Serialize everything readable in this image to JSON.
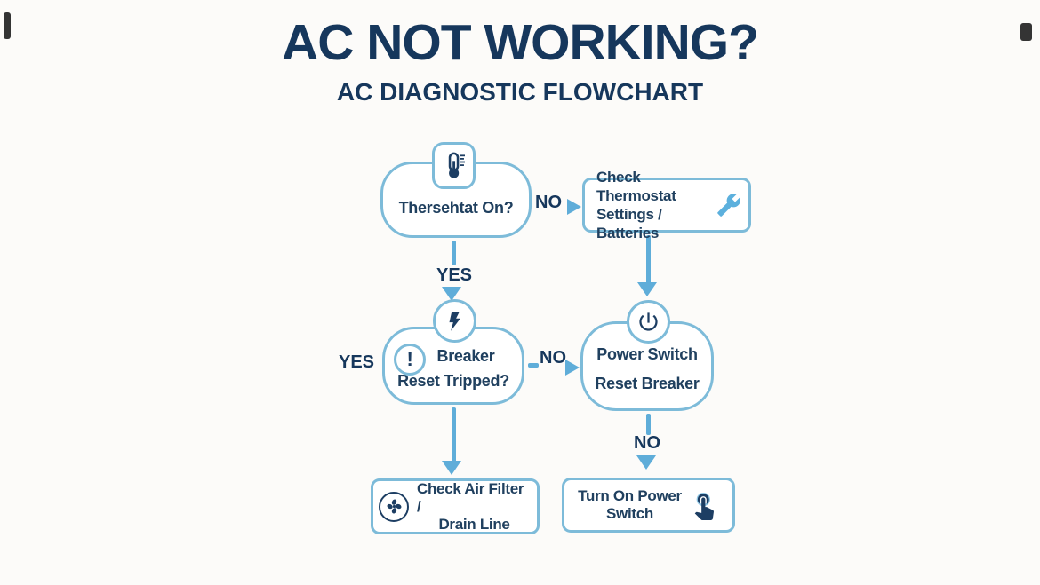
{
  "header": {
    "title": "AC NOT WORKING?",
    "subtitle": "AC DIAGNOSTIC FLOWCHART"
  },
  "colors": {
    "navy": "#16375c",
    "text_navy": "#20405f",
    "border_blue": "#7dbbd9",
    "arrow_blue": "#5fadd9",
    "icon_navy": "#1d3e63",
    "wrench_blue": "#5cb0dd",
    "bg": "#fcfbf9"
  },
  "nodes": {
    "thermostat_on": {
      "label": "Thersehtat On?",
      "icon": "thermometer-icon"
    },
    "check_thermostat": {
      "line1": "Check Thermostat",
      "line2": "Settings / Batteries",
      "icon": "wrench-icon"
    },
    "breaker_reset": {
      "badge_text": "!",
      "line1": "Breaker",
      "line2": "Reset Tripped?",
      "icon": "lightning-icon",
      "badge_icon": "exclamation-icon"
    },
    "power_switch_reset": {
      "line1": "Power Switch",
      "line2": "Reset Breaker",
      "icon": "power-icon"
    },
    "check_air_filter": {
      "line1": "Check Air Filter /",
      "line2": "Drain Line",
      "icon": "fan-icon"
    },
    "turn_on_power": {
      "line1": "Turn On Power",
      "line2": "Switch",
      "icon": "tap-hand-icon"
    }
  },
  "connectors": {
    "thermostat_to_check": {
      "label": "NO"
    },
    "thermostat_to_breaker": {
      "label": "YES"
    },
    "breaker_left": {
      "label": "YES"
    },
    "breaker_to_power": {
      "label": "NO"
    },
    "power_to_turnon": {
      "label": "NO"
    }
  }
}
